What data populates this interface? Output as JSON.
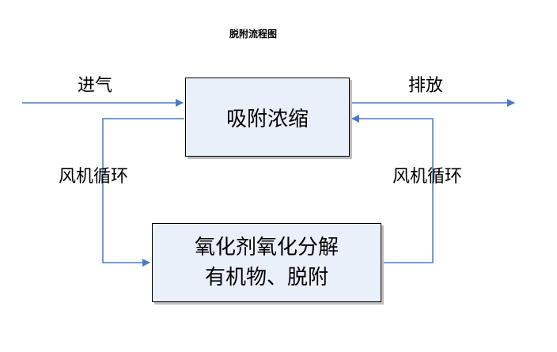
{
  "title": "脱附流程图",
  "labels": {
    "inlet": "进气",
    "outlet": "排放",
    "fan_left": "风机循环",
    "fan_right": "风机循环"
  },
  "boxes": {
    "adsorption": "吸附浓缩",
    "oxidation_line1": "氧化剂氧化分解",
    "oxidation_line2": "有机物、脱附"
  },
  "colors": {
    "arrow": "#4a7ac4",
    "box_fill": "#eaf0f9"
  }
}
